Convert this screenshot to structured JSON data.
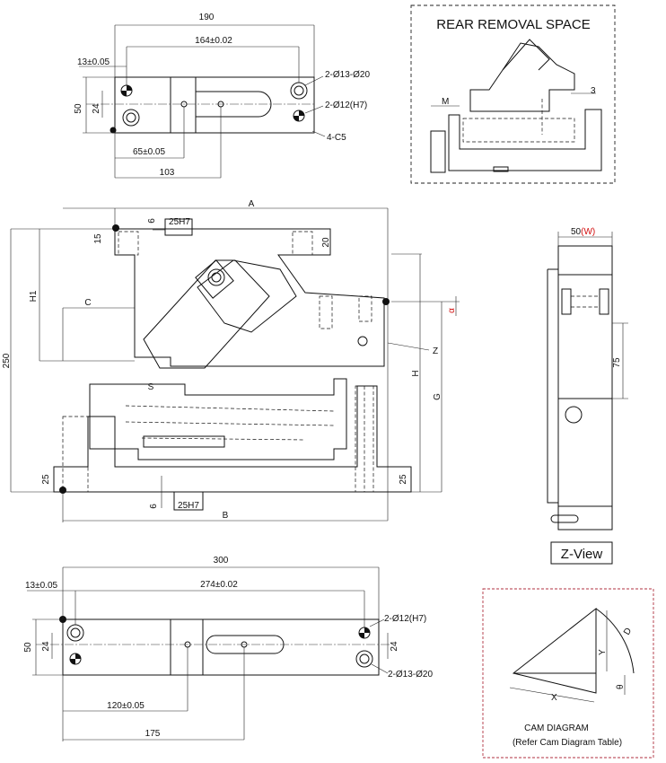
{
  "top_plan": {
    "dims": [
      "190",
      "164±0.02",
      "13±0.05",
      "50",
      "24",
      "65±0.05",
      "103"
    ],
    "callouts": [
      "2-Ø13-Ø20",
      "2-Ø12(H7)",
      "4-C5"
    ]
  },
  "rear_removal": {
    "title": "REAR REMOVAL SPACE",
    "dims": [
      "M",
      "3"
    ]
  },
  "front_view": {
    "dims": {
      "A": "A",
      "B": "B",
      "C": "C",
      "S": "S",
      "H": "H",
      "H1": "H1",
      "G": "G",
      "Z": "Z",
      "total_height": "250",
      "fit_top": "25H7",
      "fit_bottom": "25H7",
      "six_top": "6",
      "six_bottom": "6",
      "fifteen": "15",
      "twenty": "20",
      "25_left": "25",
      "25_right": "25"
    },
    "red_mark": "α"
  },
  "z_view": {
    "label": "Z-View",
    "width_dim": "50",
    "width_var": "(W)",
    "dim_75": "75"
  },
  "bottom_plan": {
    "dims": [
      "300",
      "13±0.05",
      "274±0.02",
      "50",
      "24",
      "24",
      "120±0.05",
      "175"
    ],
    "callouts": [
      "2-Ø12(H7)",
      "2-Ø13-Ø20"
    ]
  },
  "cam_diagram": {
    "title": "CAM DIAGRAM",
    "note": "(Refer Cam Diagram Table)",
    "labels": [
      "X",
      "Y",
      "θ",
      "D"
    ]
  }
}
